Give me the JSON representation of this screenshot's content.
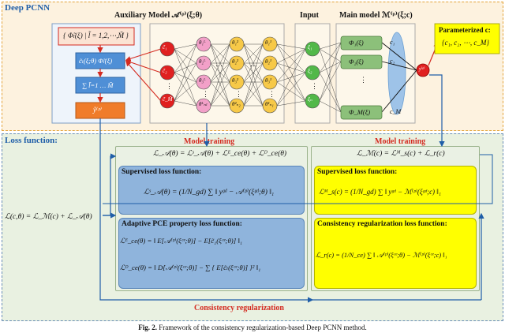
{
  "deep_pcnn": {
    "title": "Deep PCNN",
    "auxiliary_model_label": "Auxiliary Model  𝒜⁽ᵖ⁾(ξ;θ)",
    "input_label": "Input",
    "main_model_label": "Main model  ℳ⁽ᵖ⁾(ξ;c)",
    "basis_set": "{ Φ̃ₗ(ξ) | l̃ = 1,2,⋯,M̃ }",
    "coef_product": "c̃ₗ(ξ;θ) Φ̃ₗ(ξ)",
    "sum_block": "∑ l̃=1 … M̃",
    "output_aux": "ỹ⁽ᵖ⁾",
    "parameterized_title": "Parameterized c:",
    "parameterized_set": "{c₁, c₂, ⋯, c_M}",
    "c_labels": [
      "c̃₁",
      "c̃₂",
      "c̃_M̃"
    ],
    "theta_l_labels": [
      "θ₁ᴸ",
      "θ₂ᴸ",
      "θ₃ᴸ",
      "θᴸₙₗ"
    ],
    "theta_2_labels": [
      "θ₁²",
      "θ₂²",
      "θ₃²",
      "θ²ₙ₂"
    ],
    "theta_1_labels": [
      "θ₁¹",
      "θ₂¹",
      "θ₃¹",
      "θ¹ₙ₁"
    ],
    "xi_labels": [
      "ξ₁",
      "ξ₂",
      "ξₙ"
    ],
    "phi_labels": [
      "Φ₁(ξ)",
      "Φ₂(ξ)",
      "Φ_M(ξ)"
    ],
    "main_coef_labels": [
      "c₁",
      "c₂",
      "c_M"
    ],
    "output_main": "y⁽ᵖ⁾",
    "dots": "⋯"
  },
  "loss_function": {
    "title": "Loss function:",
    "total_loss": "ℒ(c,θ) = ℒ_ℳ(c) + ℒ_𝒜(θ)",
    "model_training_left": "Model training",
    "model_training_right": "Model training",
    "aux_loss": "ℒ_𝒜(θ) = ℒˢ_𝒜(θ) + ℒᴱ_ce(θ) + ℒᴰ_ce(θ)",
    "main_loss": "ℒ_ℳ(c) = ℒᴹ_s(c) + ℒ_r(c)",
    "supervised_title_left": "Supervised loss function:",
    "supervised_eq_left": "ℒˢ_𝒜(θ) = (1/N_gd) ∑ ‖ yᵍᵈ − 𝒜⁽ᵖ⁾(ξᵍᵈ;θ) ‖₁",
    "adaptive_title": "Adaptive PCE property loss function:",
    "adaptive_eq_1": "ℒᴱ_ce(θ) = ‖ E[𝒜⁽ᵖ⁾(ξᶜᵉ;θ)] − E[c̃₁(ξᶜᵉ;θ)] ‖₁",
    "adaptive_eq_2": "ℒᴰ_ce(θ) = ‖ D[𝒜⁽ᵖ⁾(ξᶜᵉ;θ)] − ∑ { E[c̃ₗ(ξᶜᵉ;θ)] }² ‖₁",
    "supervised_title_right": "Supervised loss function:",
    "supervised_eq_right": "ℒᴹ_s(c) = (1/N_gd) ∑ ‖ yᵍᵈ − ℳ⁽ᵖ⁾(ξᵍᵈ;c) ‖₁",
    "consistency_title": "Consistency regularization loss function:",
    "consistency_eq": "ℒ_r(c) = (1/N_ce) ∑ ‖ 𝒜⁽ᵖ⁾(ξᶜᵉ;θ) − ℳ⁽ᵖ⁾(ξᶜᵉ;c) ‖₁",
    "consistency_arrow_label": "Consistency regularization"
  },
  "caption": {
    "figure": "Fig. 2.",
    "text": "Framework of the consistency regularization-based Deep PCNN method."
  },
  "colors": {
    "deep_bg": "#fdf2df",
    "loss_bg": "#e9f1e1",
    "title_blue": "#1f5ea8",
    "accent_red": "#d42a20",
    "node_red": "#e02020",
    "node_pink": "#f2a0c8",
    "node_yellow": "#f7c948",
    "node_green": "#52b848",
    "phi_green": "#8cc07a",
    "aux_blue": "#4f8fd6",
    "aux_orange": "#f07c2a",
    "yellow_box": "#ffff00",
    "blue_box": "#8fb4dc"
  }
}
